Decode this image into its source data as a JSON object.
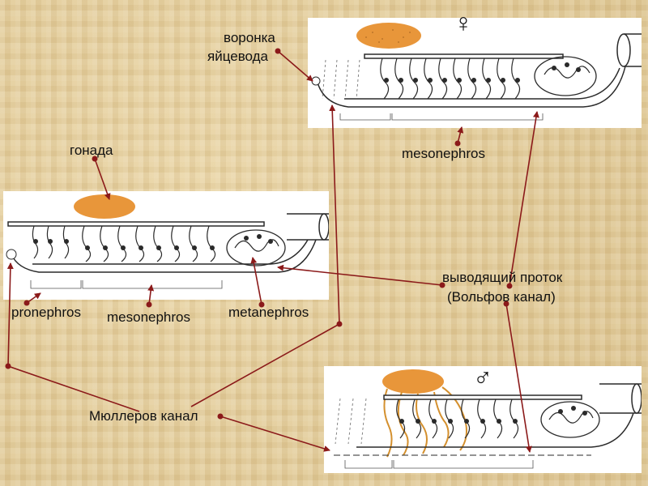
{
  "labels": {
    "oviduct_funnel_line1": "воронка",
    "oviduct_funnel_line2": "яйцевода",
    "gonad": "гонада",
    "mesonephros_female": "mesonephros",
    "pronephros": "pronephros",
    "mesonephros": "mesonephros",
    "metanephros": "metanephros",
    "wolffian_line1": "выводящий проток",
    "wolffian_line2": "(Вольфов канал)",
    "mullerian": "Мюллеров канал"
  },
  "symbols": {
    "female": "♀",
    "male": "♂"
  },
  "colors": {
    "gonad": "#e8963a",
    "leader": "#8b1a1a",
    "diagram_ink": "#2a2a2a"
  }
}
